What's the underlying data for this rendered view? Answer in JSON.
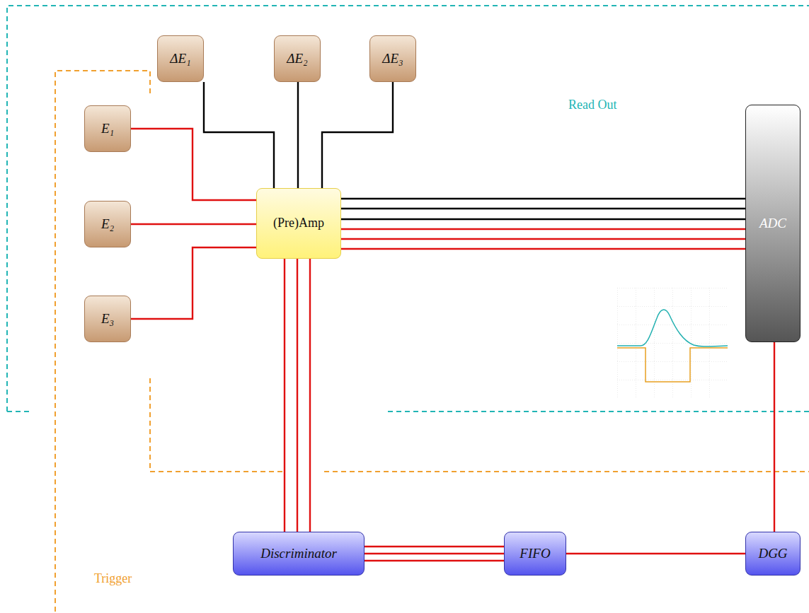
{
  "diagram": {
    "nodes": [
      {
        "text": [
          "ΔE₁"
        ]
      },
      {
        "text": [
          "ΔE₂"
        ]
      },
      {
        "text": [
          "ΔE₃"
        ]
      },
      {
        "text": [
          "E₁"
        ]
      },
      {
        "text": [
          "E₂"
        ]
      },
      {
        "text": [
          "(Pre)Amp"
        ]
      },
      {
        "text": [
          "ADC"
        ]
      },
      {
        "text": [
          "E₃"
        ]
      },
      {
        "text": [
          "Discriminator"
        ]
      },
      {
        "text": [
          "FIFO"
        ]
      },
      {
        "text": [
          "DGG"
        ]
      }
    ],
    "edges": [
      {
        "from": 0,
        "to": 5,
        "arrow": "none"
      },
      {
        "from": 1,
        "to": 5,
        "arrow": "none"
      },
      {
        "from": 2,
        "to": 5,
        "arrow": "none"
      },
      {
        "from": 3,
        "to": 5,
        "arrow": "none"
      },
      {
        "from": 4,
        "to": 5,
        "arrow": "none"
      },
      {
        "from": 7,
        "to": 5,
        "arrow": "none"
      },
      {
        "from": 5,
        "to": 6,
        "arrow": "none"
      },
      {
        "from": 5,
        "to": 6,
        "arrow": "none"
      },
      {
        "from": 5,
        "to": 6,
        "arrow": "none"
      },
      {
        "from": 5,
        "to": 6,
        "arrow": "none"
      },
      {
        "from": 5,
        "to": 6,
        "arrow": "none"
      },
      {
        "from": 5,
        "to": 6,
        "arrow": "none"
      },
      {
        "from": 5,
        "to": 8,
        "arrow": "none"
      },
      {
        "from": 5,
        "to": 8,
        "arrow": "none"
      },
      {
        "from": 5,
        "to": 8,
        "arrow": "none"
      },
      {
        "from": 8,
        "to": 9,
        "arrow": "none"
      },
      {
        "from": 8,
        "to": 9,
        "arrow": "none"
      },
      {
        "from": 8,
        "to": 9,
        "arrow": "none"
      },
      {
        "from": 9,
        "to": 10,
        "arrow": "none"
      },
      {
        "from": 10,
        "to": 6,
        "arrow": "none"
      }
    ],
    "labels": [
      "Read Out",
      "Trigger"
    ]
  }
}
